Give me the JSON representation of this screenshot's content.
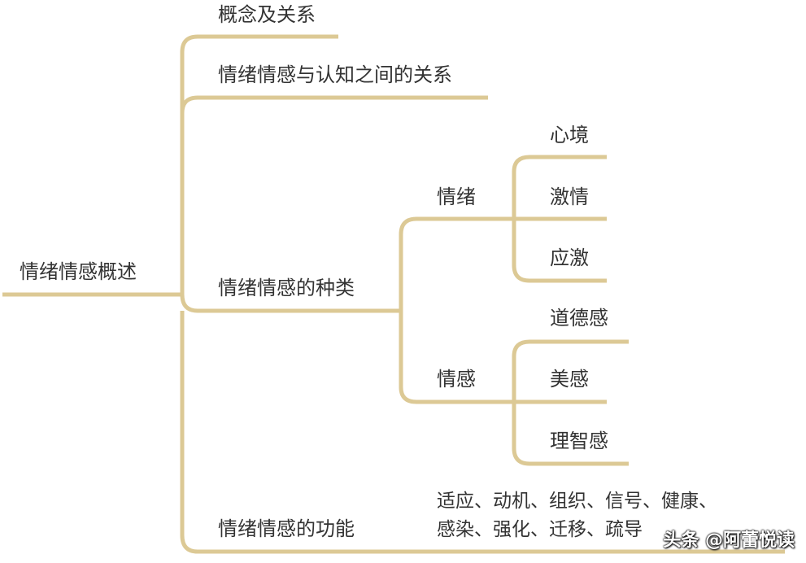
{
  "colors": {
    "line": "#DCC995",
    "text": "#333333"
  },
  "root": "情绪情感概述",
  "branches": {
    "concept": "概念及关系",
    "cognition": "情绪情感与认知之间的关系",
    "types": "情绪情感的种类",
    "function": "情绪情感的功能"
  },
  "types": {
    "emotion": {
      "label": "情绪",
      "children": [
        "心境",
        "激情",
        "应激"
      ]
    },
    "feeling": {
      "label": "情感",
      "children": [
        "道德感",
        "美感",
        "理智感"
      ]
    }
  },
  "functions": {
    "line1": "适应、动机、组织、信号、健康、",
    "line2": "感染、强化、迁移、疏导"
  },
  "watermark": "头条 @阿蕾悦读"
}
